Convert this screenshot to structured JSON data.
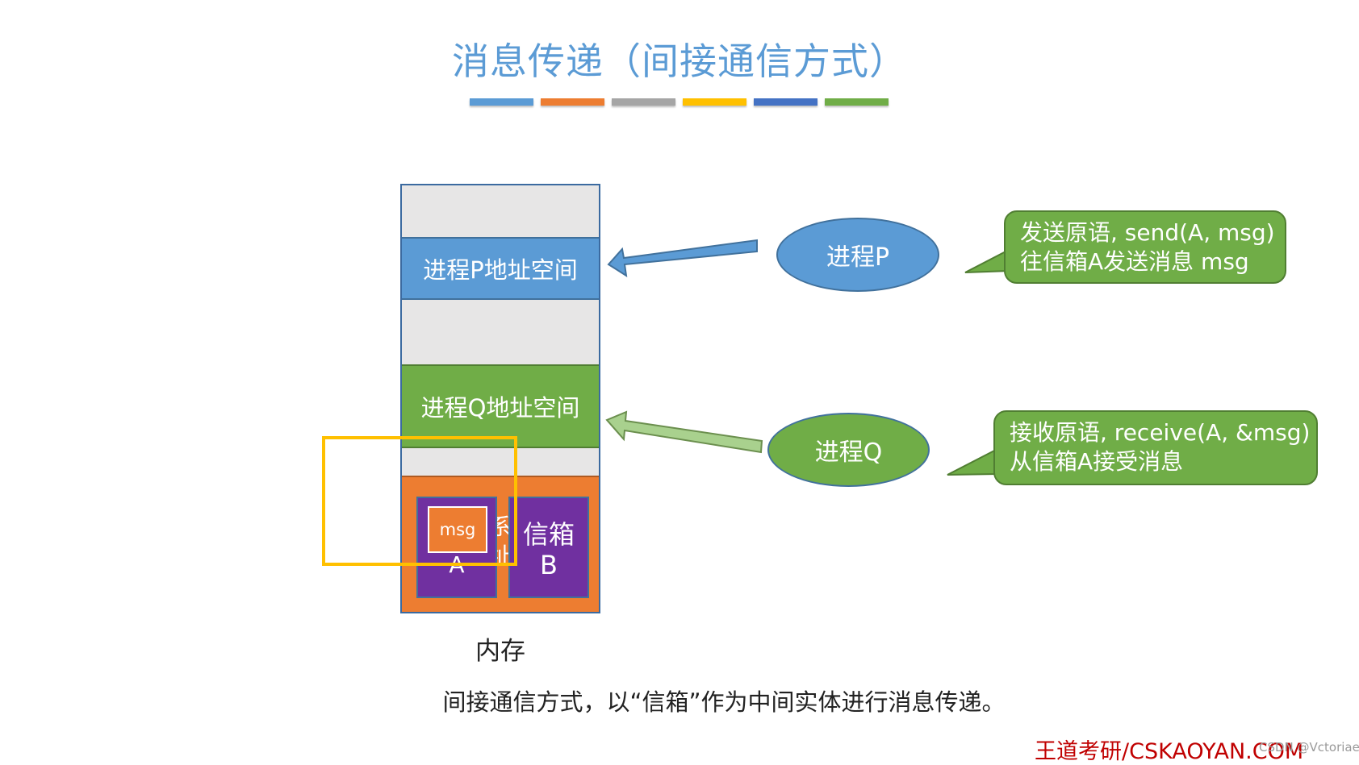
{
  "title": "消息传递（间接通信方式）",
  "title_bar_colors": [
    "#5b9bd5",
    "#ed7d31",
    "#a5a5a5",
    "#ffc000",
    "#4472c4",
    "#70ad47"
  ],
  "memory": {
    "process_p_space": "进程P地址空间",
    "process_q_space": "进程Q地址空间",
    "kernel_hidden_text": "系统\n址",
    "mailbox_a": "A",
    "mailbox_b": "信箱\nB",
    "msg": "msg",
    "label": "内存"
  },
  "processes": {
    "p": "进程P",
    "q": "进程Q"
  },
  "callouts": {
    "send_line1": "发送原语, send(A, msg)",
    "send_line2": "往信箱A发送消息 msg",
    "receive_line1": "接收原语, receive(A, &msg)",
    "receive_line2": "从信箱A接受消息"
  },
  "caption": "间接通信方式，以“信箱”作为中间实体进行消息传递。",
  "watermark": {
    "brand": "王道考研/CSKAOYAN.COM",
    "credit": "CSDN @Vctoriae"
  },
  "colors": {
    "blue": "#5b9bd5",
    "green": "#70ad47",
    "orange": "#ed7d31",
    "purple": "#7030a0",
    "yellow": "#ffc000"
  }
}
